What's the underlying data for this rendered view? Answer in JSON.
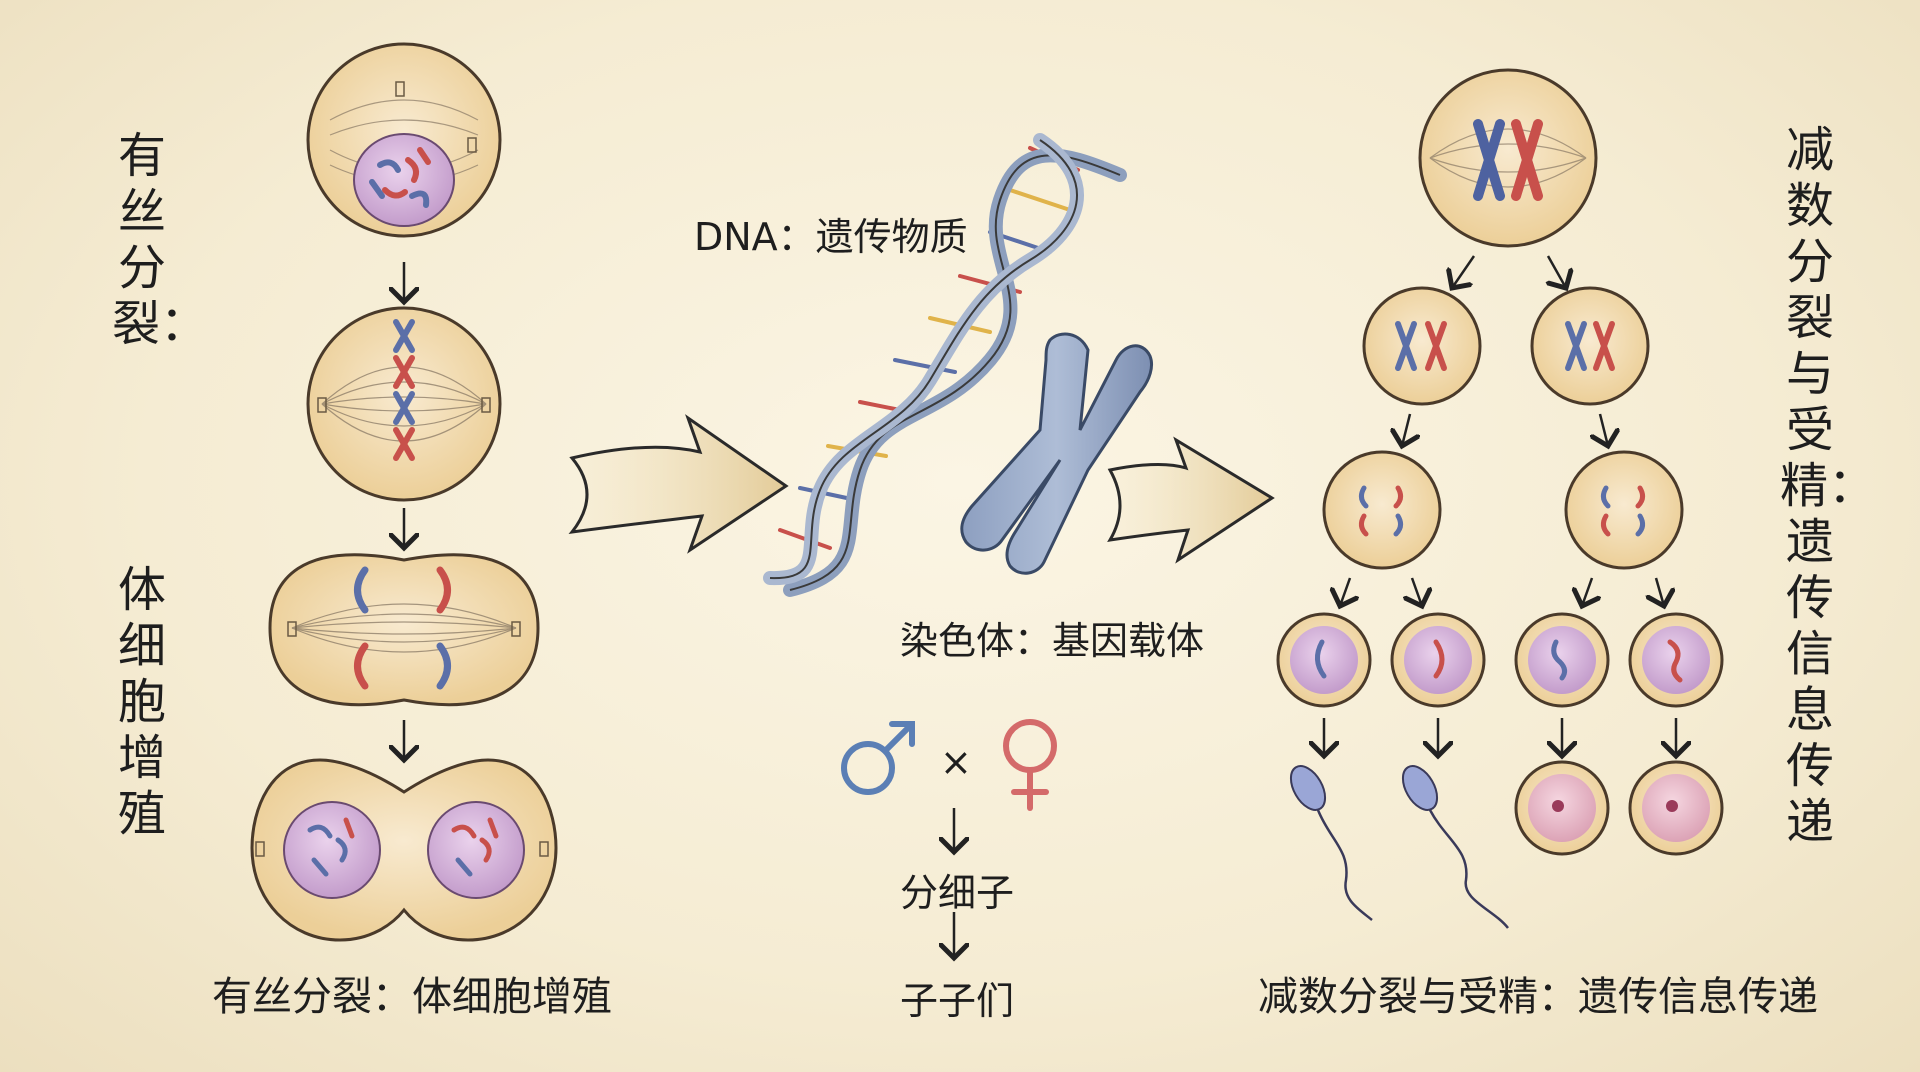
{
  "labels": {
    "left_vertical_top": "有丝分裂：",
    "left_vertical_bottom": "体细胞增殖",
    "left_caption": "有丝分裂：体细胞增殖",
    "dna": "DNA：遗传物质",
    "chromosome": "染色体：基因载体",
    "cross_symbol": "×",
    "step1": "分细子",
    "step2": "子子们",
    "right_vertical": "减数分裂与受精：遗传信息传递",
    "right_caption": "减数分裂与受精：遗传信息传递"
  },
  "icons": {
    "male": "male-symbol-icon",
    "female": "female-symbol-icon"
  },
  "colors": {
    "cell_fill": "#f3ddb0",
    "cell_stroke": "#4a3a2a",
    "nucleus": "#d9b8dc",
    "chrom_blue": "#5b6fa8",
    "chrom_red": "#c8504b",
    "arrow_fill": "#e7d2a6",
    "male": "#5b7fb5",
    "female": "#d46a6a"
  }
}
